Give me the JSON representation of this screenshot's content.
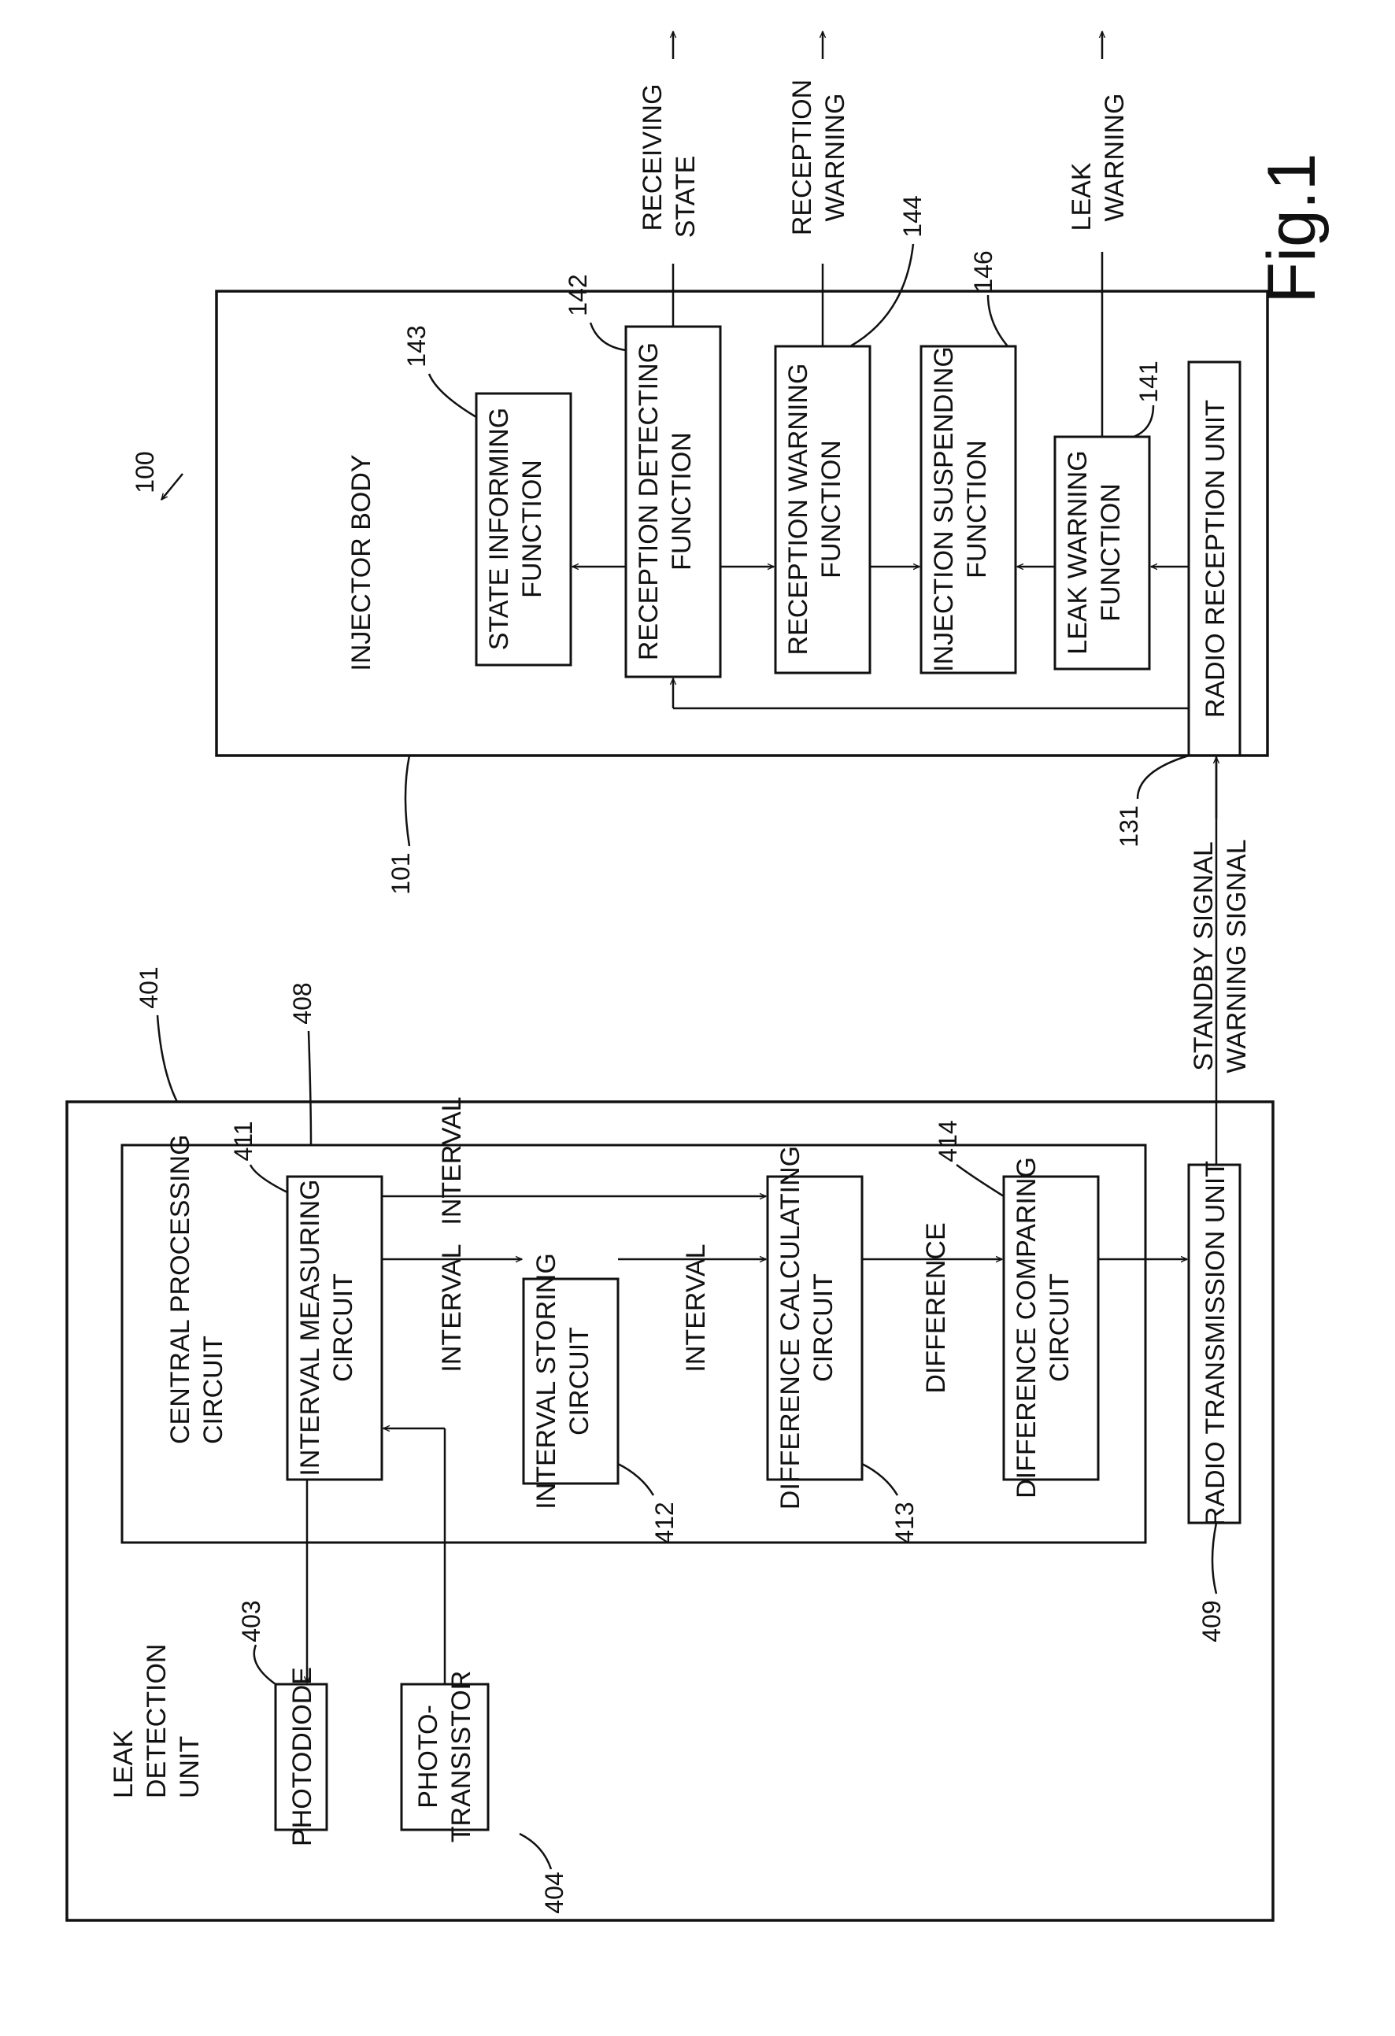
{
  "figure_label": "Fig.1",
  "system_ref": "100",
  "leak_unit": {
    "ref": "401",
    "title_lines": [
      "LEAK",
      "DETECTION",
      "UNIT"
    ],
    "photodiode": {
      "ref": "403",
      "label": "PHOTODIODE"
    },
    "phototransistor": {
      "ref": "404",
      "lines": [
        "PHOTO-",
        "TRANSISTOR"
      ]
    },
    "cpu": {
      "ref": "408",
      "title_lines": [
        "CENTRAL PROCESSING",
        "CIRCUIT"
      ],
      "interval_measuring": {
        "ref": "411",
        "lines": [
          "INTERVAL MEASURING",
          "CIRCUIT"
        ]
      },
      "interval_storing": {
        "ref": "412",
        "lines": [
          "INTERVAL STORING",
          "CIRCUIT"
        ]
      },
      "difference_calculating": {
        "ref": "413",
        "lines": [
          "DIFFERENCE CALCULATING",
          "CIRCUIT"
        ]
      },
      "difference_comparing": {
        "ref": "414",
        "lines": [
          "DIFFERENCE COMPARING",
          "CIRCUIT"
        ]
      },
      "signal_labels": {
        "interval": "INTERVAL",
        "difference": "DIFFERENCE"
      }
    },
    "radio_tx": {
      "ref": "409",
      "label": "RADIO TRANSMISSION UNIT"
    }
  },
  "link_signals": [
    "STANDBY SIGNAL",
    "WARNING SIGNAL"
  ],
  "injector": {
    "ref": "101",
    "title": "INJECTOR BODY",
    "state_informing": {
      "ref": "143",
      "lines": [
        "STATE INFORMING",
        "FUNCTION"
      ]
    },
    "reception_detecting": {
      "ref": "142",
      "lines": [
        "RECEPTION DETECTING",
        "FUNCTION"
      ]
    },
    "reception_warning": {
      "ref": "144",
      "lines": [
        "RECEPTION WARNING",
        "FUNCTION"
      ]
    },
    "injection_suspending": {
      "ref": "146",
      "lines": [
        "INJECTION SUSPENDING",
        "FUNCTION"
      ]
    },
    "leak_warning": {
      "ref": "141",
      "lines": [
        "LEAK WARNING",
        "FUNCTION"
      ]
    },
    "radio_rx": {
      "ref": "131",
      "label": "RADIO RECEPTION UNIT"
    }
  },
  "outputs": {
    "receiving_state": [
      "RECEIVING",
      "STATE"
    ],
    "reception_warning": [
      "RECEPTION",
      "WARNING"
    ],
    "leak_warning": [
      "LEAK",
      "WARNING"
    ]
  }
}
